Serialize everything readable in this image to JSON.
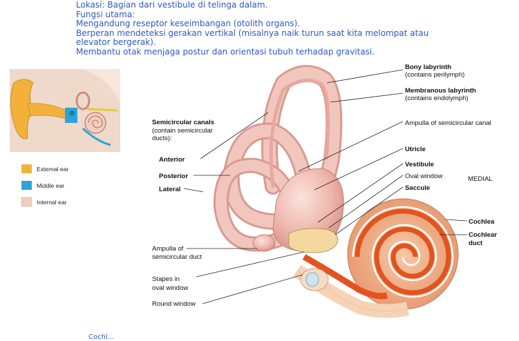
{
  "notes": {
    "lines": [
      "Lokasi: Bagian dari vestibule di telinga dalam.",
      "Fungsi utama:",
      "Mengandung reseptor keseimbangan (otolith organs).",
      "Berperan mendeteksi gerakan vertikal (misalnya naik turun saat kita melompat atau",
      "elevator bergerak).",
      "Membantu otak menjaga postur dan orientasi tubuh terhadap gravitasi."
    ]
  },
  "legend": {
    "items": [
      {
        "label": "External ear",
        "color": "#f2b23a"
      },
      {
        "label": "Middle ear",
        "color": "#2aa4d8"
      },
      {
        "label": "Internal ear",
        "color": "#f3cdc0"
      }
    ]
  },
  "labels": {
    "bony_labyrinth": "Bony labyrinth",
    "bony_labyrinth_sub": "(contains perilymph)",
    "membranous_labyrinth": "Membranous labyrinth",
    "membranous_labyrinth_sub": "(contains endolymph)",
    "ampulla_canal": "Ampulla of semicircular canal",
    "semicircular_canals": "Semicircular canals",
    "semicircular_sub1": "(contain semicircular",
    "semicircular_sub2": "ducts):",
    "anterior": "Anterior",
    "posterior": "Posterior",
    "lateral": "Lateral",
    "utricle": "Utricle",
    "vestibule": "Vestibule",
    "oval_window": "Oval window",
    "saccule": "Saccule",
    "medial": "MEDIAL",
    "cochlea": "Cochlea",
    "cochlear_duct_1": "Cochlear",
    "cochlear_duct_2": "duct",
    "ampulla_duct_1": "Ampulla of",
    "ampulla_duct_2": "semicircular duct",
    "stapes_1": "Stapes in",
    "stapes_2": "oval window",
    "round_window": "Round window"
  },
  "footer": {
    "text": "Cochl..."
  }
}
